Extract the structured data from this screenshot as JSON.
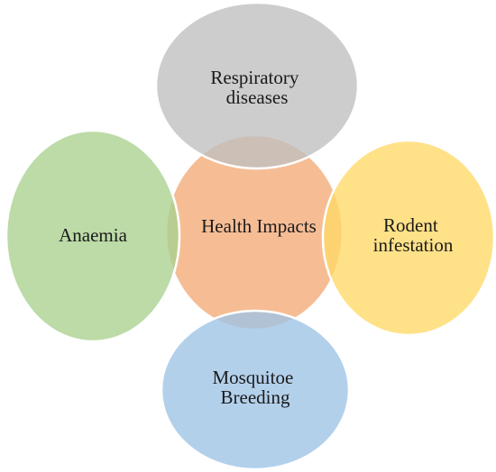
{
  "center": {
    "lines": [
      "Health Impacts"
    ],
    "color": "#f4b183"
  },
  "nodes": [
    {
      "id": "top",
      "lines": [
        "Respiratory",
        "diseases"
      ],
      "color": "#bfbfbf"
    },
    {
      "id": "left",
      "lines": [
        "Anaemia"
      ],
      "color": "#a9d18e"
    },
    {
      "id": "right",
      "lines": [
        "Rodent",
        "infestation"
      ],
      "color": "#ffd966"
    },
    {
      "id": "bottom",
      "lines": [
        "Mosquitoe",
        "Breeding"
      ],
      "color": "#9dc3e6"
    }
  ]
}
